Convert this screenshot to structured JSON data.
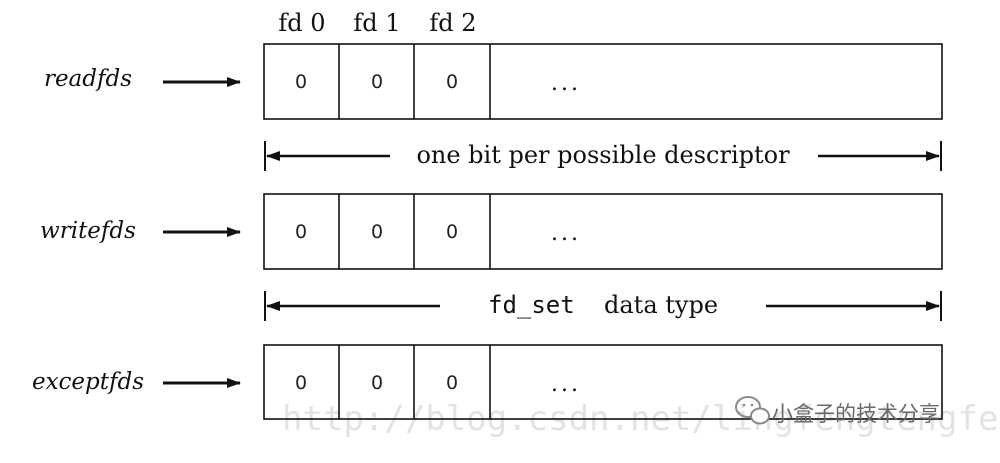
{
  "fd_headers": [
    "fd 0",
    "fd 1",
    "fd 2"
  ],
  "rows": [
    {
      "label": "readfds",
      "cells": [
        "0",
        "0",
        "0"
      ],
      "ellipsis": "..."
    },
    {
      "label": "writefds",
      "cells": [
        "0",
        "0",
        "0"
      ],
      "ellipsis": "..."
    },
    {
      "label": "exceptfds",
      "cells": [
        "0",
        "0",
        "0"
      ],
      "ellipsis": "..."
    }
  ],
  "span1": {
    "text": "one bit per possible descriptor"
  },
  "span2": {
    "code": "fd_set",
    "text": "data type"
  },
  "watermark": {
    "url": "http://blog.csdn.net/lingfengtengfei",
    "brand": "小盒子的技术分享"
  }
}
